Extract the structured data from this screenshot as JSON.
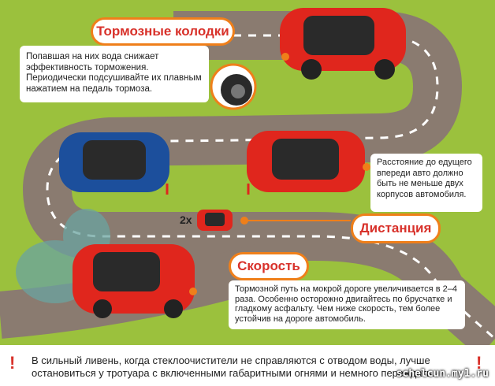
{
  "brakes": {
    "title": "Тормозные колодки",
    "text": "Попавшая на них вода снижает эффективность торможения. Периодически подсушивайте их плавным нажатием на педаль тормоза."
  },
  "distance": {
    "title": "Дистанция",
    "text": "Расстояние до едущего впереди авто должно быть не меньше двух корпусов автомобиля.",
    "multiplier": "2x"
  },
  "speed": {
    "title": "Скорость",
    "text": "Тормозной путь на мокрой дороге увеличивается в 2–4 раза. Особенно осторожно двигайтесь по брусчатке и гладкому асфальту. Чем ниже скорость, тем более устойчив на дороге автомобиль."
  },
  "footer": {
    "text": "В сильный ливень, когда стеклоочистители не справляются с отводом воды, лучше остановиться у тротуара с включенными габаритными огнями и немного переждать."
  },
  "watermark": "schelcun.my1.ru",
  "colors": {
    "background": "#9bc13d",
    "road": "#8a7b70",
    "accent": "#ef7f1a",
    "car_red": "#e0261d",
    "car_blue": "#1c4f9c"
  }
}
